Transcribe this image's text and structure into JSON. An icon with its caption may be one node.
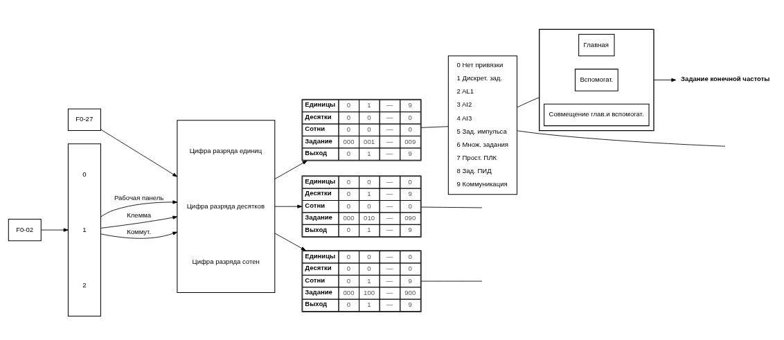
{
  "diagram": {
    "nodes": [
      {
        "text": [
          "0",
          "1",
          "2"
        ]
      },
      {
        "text": [
          "Цифра разряда единиц",
          "Цифра разряда десятков",
          "Цифра разряда сотен"
        ]
      },
      {
        "text": [
          "Единицы",
          "0",
          "1",
          "—",
          "9",
          "Десятки",
          "0",
          "0",
          "—",
          "0",
          "Сотни",
          "0",
          "0",
          "—",
          "0",
          "Задание",
          "000",
          "001",
          "—",
          "009",
          "Выход",
          "0",
          "1",
          "—",
          "9"
        ]
      },
      {
        "text": [
          "Единицы",
          "0",
          "0",
          "—",
          "0",
          "Десятки",
          "0",
          "1",
          "—",
          "9",
          "Сотни",
          "0",
          "0",
          "—",
          "0",
          "Задание",
          "000",
          "010",
          "—",
          "090",
          "Выход",
          "0",
          "1",
          "—",
          "9"
        ]
      },
      {
        "text": [
          "Единицы",
          "0",
          "0",
          "—",
          "0",
          "Десятки",
          "0",
          "0",
          "—",
          "0",
          "Сотни",
          "0",
          "1",
          "—",
          "9",
          "Задание",
          "000",
          "100",
          "—",
          "900",
          "Выход",
          "0",
          "1",
          "—",
          "9"
        ]
      },
      {
        "text": [
          "0 Нет привязки",
          "1 Дискрет. зад.",
          "2 AL1",
          "3 AI2",
          "4 AI3",
          "5 Зад. импульса",
          "6 Множ. задания",
          "7 Прост. ПЛК",
          "8 Зад. ПИД",
          "9 Коммуникация"
        ]
      },
      {
        "text": [],
        "shape": "box"
      },
      {
        "text": [
          "Главная"
        ],
        "in": 6
      },
      {
        "text": [
          "Вспомогат."
        ],
        "in": 6
      },
      {
        "text": [
          "Совмещение глав.и вспомогат."
        ],
        "in": 6
      },
      {
        "text": [
          "Задание конечной частоты"
        ]
      },
      {
        "text": [
          "F0-02"
        ]
      },
      {
        "text": [
          "F0-27"
        ]
      }
    ],
    "edges": [
      {
        "from": 0,
        "to": 1,
        "arrow": "to",
        "label": "Рабочая панель"
      },
      {
        "from": 0,
        "to": 1,
        "arrow": "to",
        "label": "Клемма"
      },
      {
        "from": 0,
        "to": 1,
        "arrow": "to",
        "label": "Коммут."
      },
      {
        "from": 1,
        "to": 2,
        "arrow": "to"
      },
      {
        "from": 1,
        "to": 3,
        "arrow": "to"
      },
      {
        "from": 1,
        "to": 4,
        "arrow": "to"
      },
      {
        "from": 2,
        "to": 5,
        "arrow": "none"
      },
      {
        "from": 3,
        "to": null,
        "arrow": "none"
      },
      {
        "from": 4,
        "to": null,
        "arrow": "none"
      },
      {
        "from": 5,
        "to": 6,
        "arrow": "none"
      },
      {
        "from": 5,
        "to": null,
        "arrow": "none"
      },
      {
        "from": 6,
        "to": 10,
        "arrow": "to"
      },
      {
        "from": 11,
        "to": 0,
        "arrow": "to"
      },
      {
        "from": 12,
        "to": 1,
        "arrow": "to"
      }
    ]
  }
}
